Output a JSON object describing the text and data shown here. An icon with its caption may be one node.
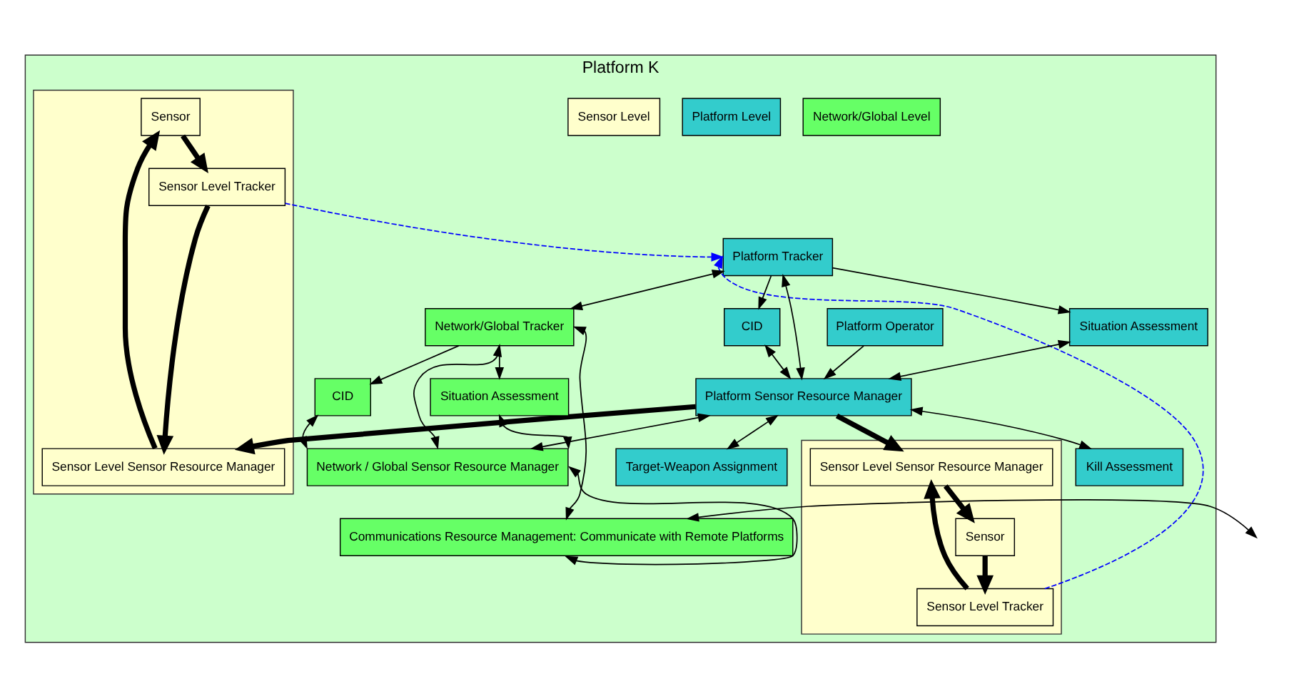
{
  "diagram": {
    "nodes": [
      {
        "text": [
          "Platform K"
        ]
      },
      {
        "text": [
          "Sensor Level"
        ],
        "in": 0
      },
      {
        "text": [
          "Platform Level"
        ],
        "in": 0
      },
      {
        "text": [
          "Network/Global Level"
        ],
        "in": 0
      },
      {
        "text": [],
        "shape": "box",
        "in": 0
      },
      {
        "text": [
          "Sensor"
        ],
        "in": 4
      },
      {
        "text": [
          "Sensor Level Tracker"
        ],
        "in": 4
      },
      {
        "text": [
          "Sensor Level Sensor Resource Manager"
        ],
        "in": 4
      },
      {
        "text": [],
        "shape": "box",
        "in": 0
      },
      {
        "text": [
          "Sensor"
        ],
        "in": 8
      },
      {
        "text": [
          "Sensor Level Tracker"
        ],
        "in": 8
      },
      {
        "text": [
          "Sensor Level Sensor Resource Manager"
        ],
        "in": 8
      },
      {
        "text": [
          "Platform Tracker"
        ],
        "in": 0
      },
      {
        "text": [
          "CID"
        ],
        "in": 0
      },
      {
        "text": [
          "Situation Assessment"
        ],
        "in": 0
      },
      {
        "text": [
          "Platform Sensor Resource Manager"
        ],
        "in": 0
      },
      {
        "text": [
          "Platform Operator"
        ],
        "in": 0
      },
      {
        "text": [
          "Target-Weapon Assignment"
        ],
        "in": 0
      },
      {
        "text": [
          "Kill Assessment"
        ],
        "in": 0
      },
      {
        "text": [
          "Network/Global Tracker"
        ],
        "in": 0
      },
      {
        "text": [
          "CID"
        ],
        "in": 0
      },
      {
        "text": [
          "Situation Assessment"
        ],
        "in": 0
      },
      {
        "text": [
          "Network / Global Sensor Resource Manager"
        ],
        "in": 0
      },
      {
        "text": [
          "Communications Resource Management: Communicate with Remote Platforms"
        ],
        "in": 0
      }
    ],
    "edges": [
      {
        "from": 5,
        "to": 6,
        "arrow": "to",
        "style": "thick"
      },
      {
        "from": 6,
        "to": 7,
        "arrow": "to",
        "style": "thick"
      },
      {
        "from": 7,
        "to": 5,
        "arrow": "to",
        "style": "thick"
      },
      {
        "from": 9,
        "to": 10,
        "arrow": "to",
        "style": "thick"
      },
      {
        "from": 10,
        "to": 11,
        "arrow": "to",
        "style": "thick"
      },
      {
        "from": 11,
        "to": 9,
        "arrow": "to",
        "style": "thick"
      },
      {
        "from": 6,
        "to": 12,
        "arrow": "to",
        "style": "dashed",
        "color": "#0000ff"
      },
      {
        "from": 10,
        "to": 12,
        "arrow": "to",
        "style": "dashed",
        "color": "#0000ff"
      },
      {
        "from": 15,
        "to": 7,
        "arrow": "to",
        "style": "thick"
      },
      {
        "from": 15,
        "to": 11,
        "arrow": "to",
        "style": "thick"
      },
      {
        "from": 16,
        "to": 15,
        "arrow": "to"
      },
      {
        "from": 12,
        "to": 13,
        "arrow": "to"
      },
      {
        "from": 12,
        "to": 14,
        "arrow": "to"
      },
      {
        "from": 12,
        "to": 15,
        "arrow": "both"
      },
      {
        "from": 13,
        "to": 15,
        "arrow": "both"
      },
      {
        "from": 14,
        "to": 15,
        "arrow": "both"
      },
      {
        "from": 15,
        "to": 17,
        "arrow": "both"
      },
      {
        "from": 15,
        "to": 18,
        "arrow": "both"
      },
      {
        "from": 12,
        "to": 19,
        "arrow": "both"
      },
      {
        "from": 15,
        "to": 22,
        "arrow": "both"
      },
      {
        "from": 19,
        "to": 20,
        "arrow": "to"
      },
      {
        "from": 19,
        "to": 21,
        "arrow": "to"
      },
      {
        "from": 19,
        "to": 22,
        "arrow": "both"
      },
      {
        "from": 20,
        "to": 22,
        "arrow": "both"
      },
      {
        "from": 21,
        "to": 22,
        "arrow": "both"
      },
      {
        "from": 19,
        "to": 23,
        "arrow": "both"
      },
      {
        "from": 22,
        "to": 23,
        "arrow": "both"
      },
      {
        "from": 23,
        "to": null,
        "arrow": "both"
      }
    ]
  }
}
